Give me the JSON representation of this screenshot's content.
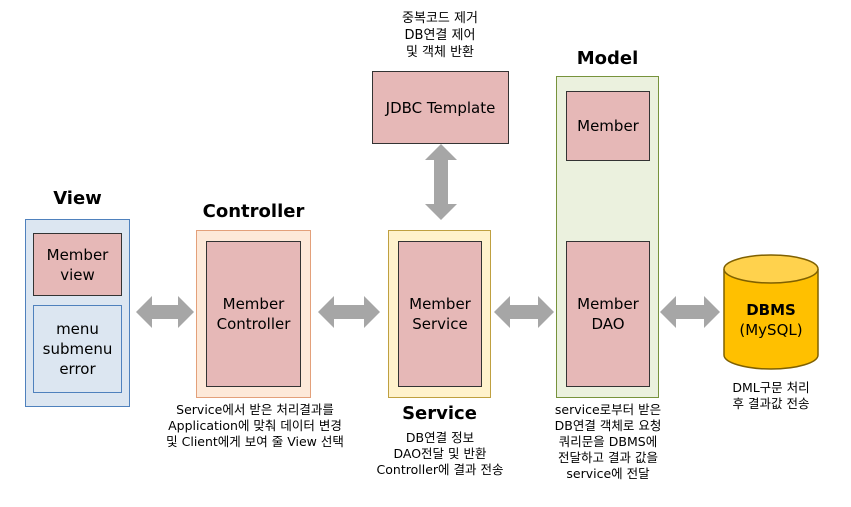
{
  "top_note": "중복코드 제거\nDB연결 제어\n및 객체 반환",
  "jdbc": "JDBC Template",
  "view": {
    "title": "View",
    "member_view": "Member\nview",
    "menu": "menu\nsubmenu\nerror"
  },
  "controller": {
    "title": "Controller",
    "member": "Member\nController",
    "note": "Service에서 받은 처리결과를\nApplication에 맞춰 데이터 변경\n및 Client에게 보여 줄 View 선택"
  },
  "service": {
    "title": "Service",
    "member": "Member\nService",
    "note": "DB연결 정보\nDAO전달 및 반환\nController에 결과 전송"
  },
  "model": {
    "title": "Model",
    "member": "Member",
    "dao": "Member\nDAO",
    "note": "service로부터 받은\nDB연결 객체로 요청\n쿼리문을 DBMS에\n전달하고 결과 값을\nservice에 전달"
  },
  "dbms": {
    "title": "DBMS",
    "sub": "(MySQL)",
    "note": "DML구문 처리\n후 결과값 전송"
  },
  "colors": {
    "member_box": "#e6b8b7",
    "view_bg": "#dce6f1",
    "controller_bg": "#fde9d9",
    "service_bg": "#fff2cc",
    "model_bg": "#ebf1de",
    "dbms": "#ffc000",
    "arrow": "#a6a6a6"
  }
}
